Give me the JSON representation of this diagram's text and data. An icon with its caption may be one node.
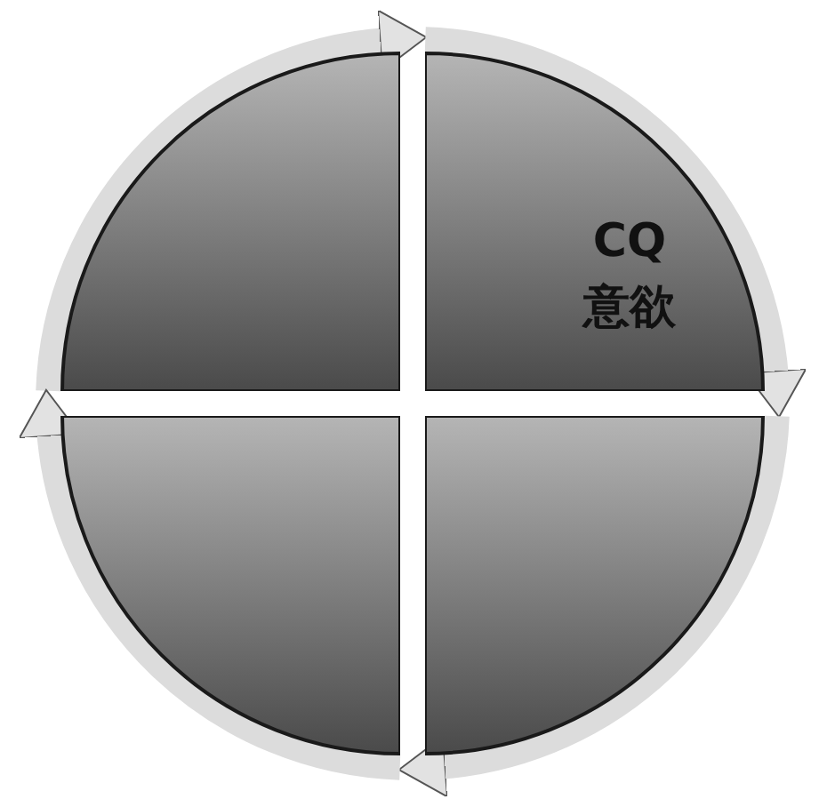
{
  "diagram": {
    "nodes": [
      {
        "text": [],
        "shape": "sector"
      },
      {
        "text": [
          "CQ",
          "意欲"
        ]
      },
      {
        "text": [],
        "shape": "sector"
      },
      {
        "text": [],
        "shape": "sector"
      }
    ],
    "edges": [
      {
        "from": 0,
        "to": 1,
        "arrow": "to"
      },
      {
        "from": 1,
        "to": 3,
        "arrow": "to"
      },
      {
        "from": 3,
        "to": 2,
        "arrow": "to"
      },
      {
        "from": 2,
        "to": 0,
        "arrow": "to"
      }
    ]
  }
}
